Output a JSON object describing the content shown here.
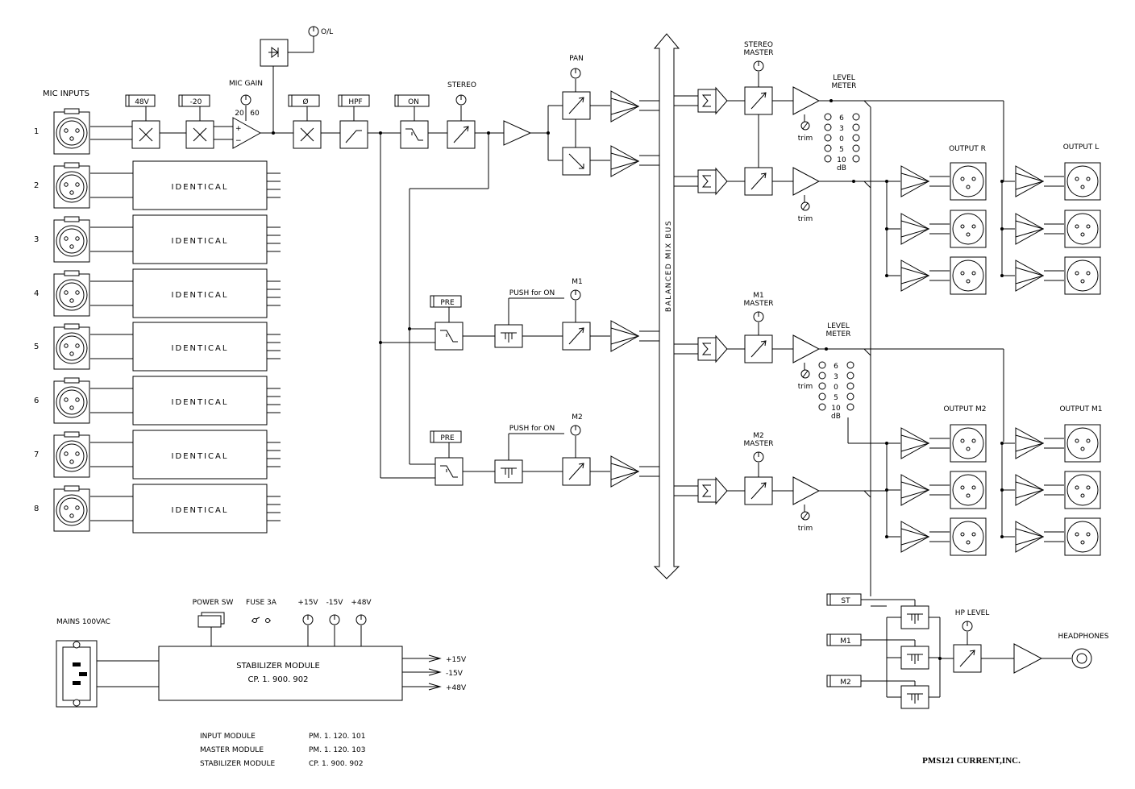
{
  "mic_inputs_label": "MIC INPUTS",
  "channel_numbers": [
    "1",
    "2",
    "3",
    "4",
    "5",
    "6",
    "7",
    "8"
  ],
  "identical_label": "IDENTICAL",
  "strip": {
    "phantom": "48V",
    "pad": "-20",
    "mic_gain": "MIC GAIN",
    "gain_min": "20",
    "gain_max": "60",
    "overload": "O/L",
    "phase": "Ø",
    "hpf": "HPF",
    "on": "ON",
    "stereo": "STEREO",
    "pan": "PAN",
    "pre": "PRE",
    "push_for_on": "PUSH for ON",
    "m1": "M1",
    "m2": "M2"
  },
  "mix_bus_label": "BALANCED MIX BUS",
  "master": {
    "stereo_master": [
      "STEREO",
      "MASTER"
    ],
    "m1_master": [
      "M1",
      "MASTER"
    ],
    "m2_master": [
      "M2",
      "MASTER"
    ],
    "level_meter": [
      "LEVEL",
      "METER"
    ],
    "trim": "trim",
    "meter_scale": [
      "6",
      "3",
      "0",
      "5",
      "10"
    ],
    "db": "dB"
  },
  "outputs": {
    "output_r": "OUTPUT R",
    "output_l": "OUTPUT L",
    "output_m2": "OUTPUT M2",
    "output_m1": "OUTPUT M1"
  },
  "headphones": {
    "st": "ST",
    "m1": "M1",
    "m2": "M2",
    "hp_level": "HP LEVEL",
    "label": "HEADPHONES"
  },
  "power": {
    "mains": "MAINS 100VAC",
    "power_sw": "POWER SW",
    "fuse": "FUSE 3A",
    "rails": [
      "+15V",
      "-15V",
      "+48V"
    ],
    "module_name": "STABILIZER MODULE",
    "module_code": "CP. 1. 900. 902",
    "outputs": [
      "+15V",
      "-15V",
      "+48V"
    ]
  },
  "module_list": [
    {
      "name": "INPUT MODULE",
      "code": "PM. 1. 120. 101"
    },
    {
      "name": "MASTER MODULE",
      "code": "PM. 1. 120. 103"
    },
    {
      "name": "STABILIZER MODULE",
      "code": "CP. 1. 900. 902"
    }
  ],
  "footer": "PMS121 CURRENT,INC."
}
